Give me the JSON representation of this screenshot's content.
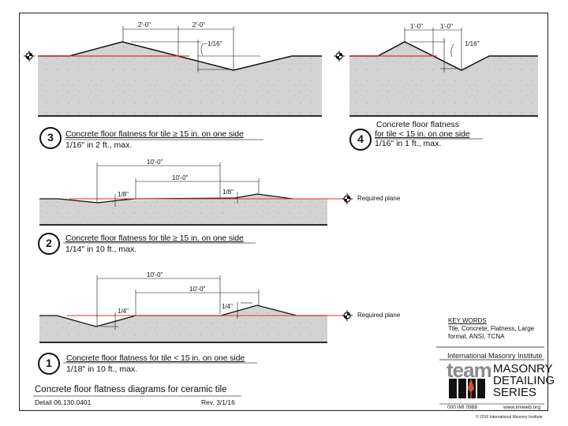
{
  "diagrams": {
    "d3": {
      "number": "3",
      "title": "Concrete floor flatness for tile ≥ 15 in. on one side",
      "subtitle": "1/16\" in 2 ft., max.",
      "dim_left": "2'-0\"",
      "dim_right": "2'-0\"",
      "tolerance": "1/16\""
    },
    "d4": {
      "number": "4",
      "title_line1": "Concrete floor flatness",
      "title_line2": "for tile < 15 in. on one side",
      "subtitle": "1/16\" in 1 ft., max.",
      "dim_left": "1'-0\"",
      "dim_right": "1'-0\"",
      "tolerance": "1/16\""
    },
    "d2": {
      "number": "2",
      "title": "Concrete floor flatness for tile ≥ 15 in. on one side",
      "subtitle": "1/14\" in 10 ft., max.",
      "dim_top": "10'-0\"",
      "dim_bottom": "10'-0\"",
      "tol_left": "1/8\"",
      "tol_right": "1/8\"",
      "plane_label": "Required plane"
    },
    "d1": {
      "number": "1",
      "title": "Concrete floor flatness for tile < 15 in. on one side",
      "subtitle": "1/18\" in 10 ft., max.",
      "dim_top": "10'-0\"",
      "dim_bottom": "10'-0\"",
      "tol_left": "1/4\"",
      "tol_right": "1/4\"",
      "plane_label": "Required plane"
    }
  },
  "footer": {
    "title": "Concrete floor flatness diagrams for ceramic tile",
    "detail": "Detail 06.130.0401",
    "revision": "Rev. 3/1/16"
  },
  "keywords": {
    "heading": "KEY WORDS",
    "text": "Tile, Concrete, Flatness, Large format, ANSI, TCNA"
  },
  "logo": {
    "org": "International Masonry Institute",
    "team": "team",
    "series_line1": "MASONRY",
    "series_line2": "DETAILING",
    "series_line3": "SERIES",
    "code": "000 IMI 0988",
    "url": "www.imiweb.org",
    "copyright": "© 2016 International Masonry Institute"
  },
  "colors": {
    "plane_line": "#e0342c",
    "concrete": "#d2d2d2",
    "linework": "#111111",
    "logo_accent": "#d9542a",
    "logo_gray": "#8a8a8a"
  }
}
